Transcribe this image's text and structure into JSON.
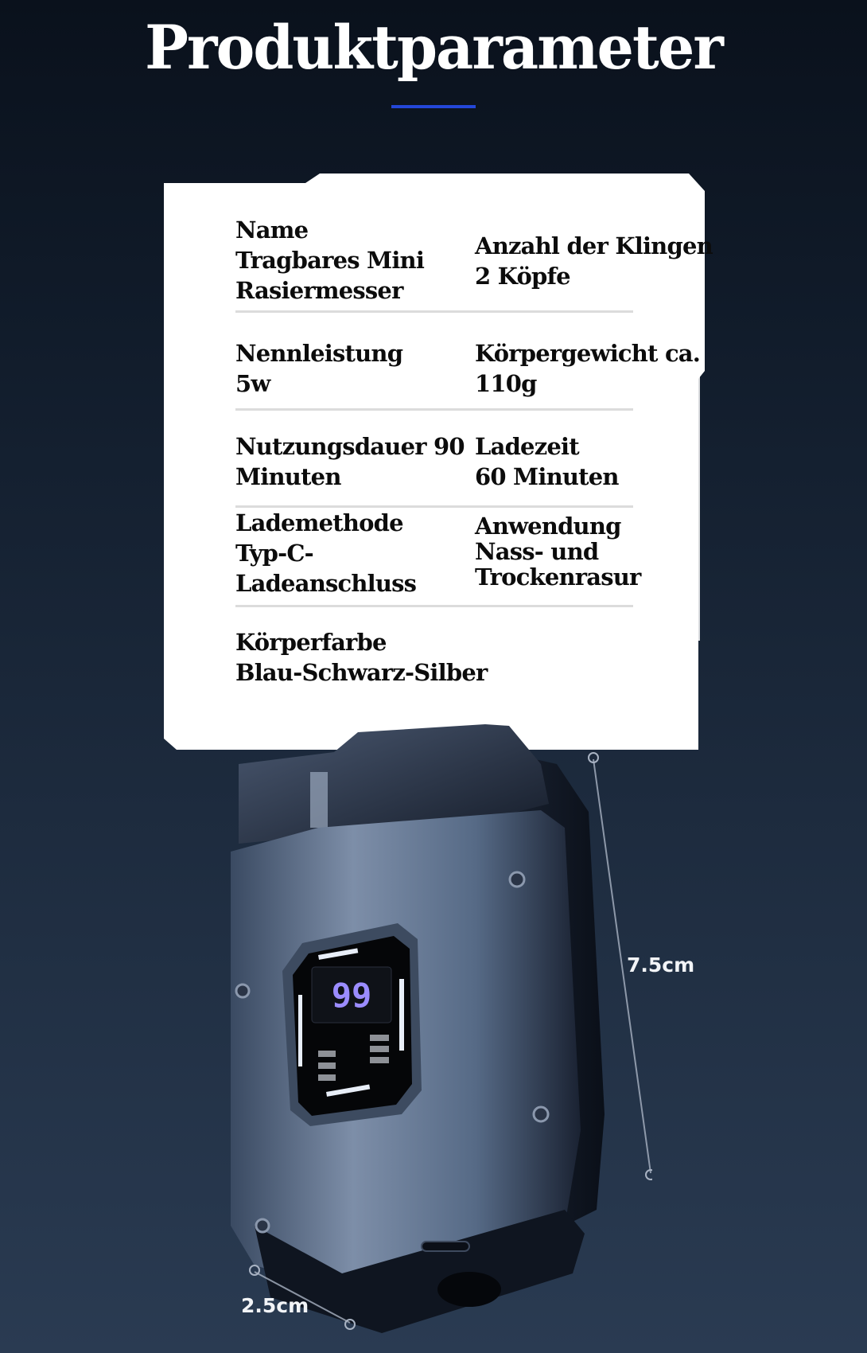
{
  "header": {
    "title": "Produktparameter",
    "accent_color": "#2447d8"
  },
  "specs": [
    {
      "label": "Name",
      "value": [
        "Tragbares Mini",
        "Rasiermesser"
      ]
    },
    {
      "label": "Anzahl der Klingen",
      "value": [
        "2 Köpfe"
      ]
    },
    {
      "label": "Nennleistung",
      "value": [
        "5w"
      ]
    },
    {
      "label": "Körpergewicht ca.",
      "value": [
        "110g"
      ]
    },
    {
      "label": "Nutzungsdauer 90",
      "value": [
        "Minuten"
      ]
    },
    {
      "label": "Ladezeit",
      "value": [
        "60 Minuten"
      ]
    },
    {
      "label": "Lademethode",
      "value": [
        "Typ-C-",
        "Ladeanschluss"
      ]
    },
    {
      "label": "Anwendung",
      "value": [
        "Nass- und",
        "Trockenrasur"
      ]
    },
    {
      "label": "Körperfarbe",
      "value": [
        "Blau-Schwarz-Silber"
      ]
    }
  ],
  "device": {
    "display_value": "99",
    "display_color": "#9b8cff",
    "height_label": "7.5cm",
    "depth_label": "2.5cm"
  }
}
